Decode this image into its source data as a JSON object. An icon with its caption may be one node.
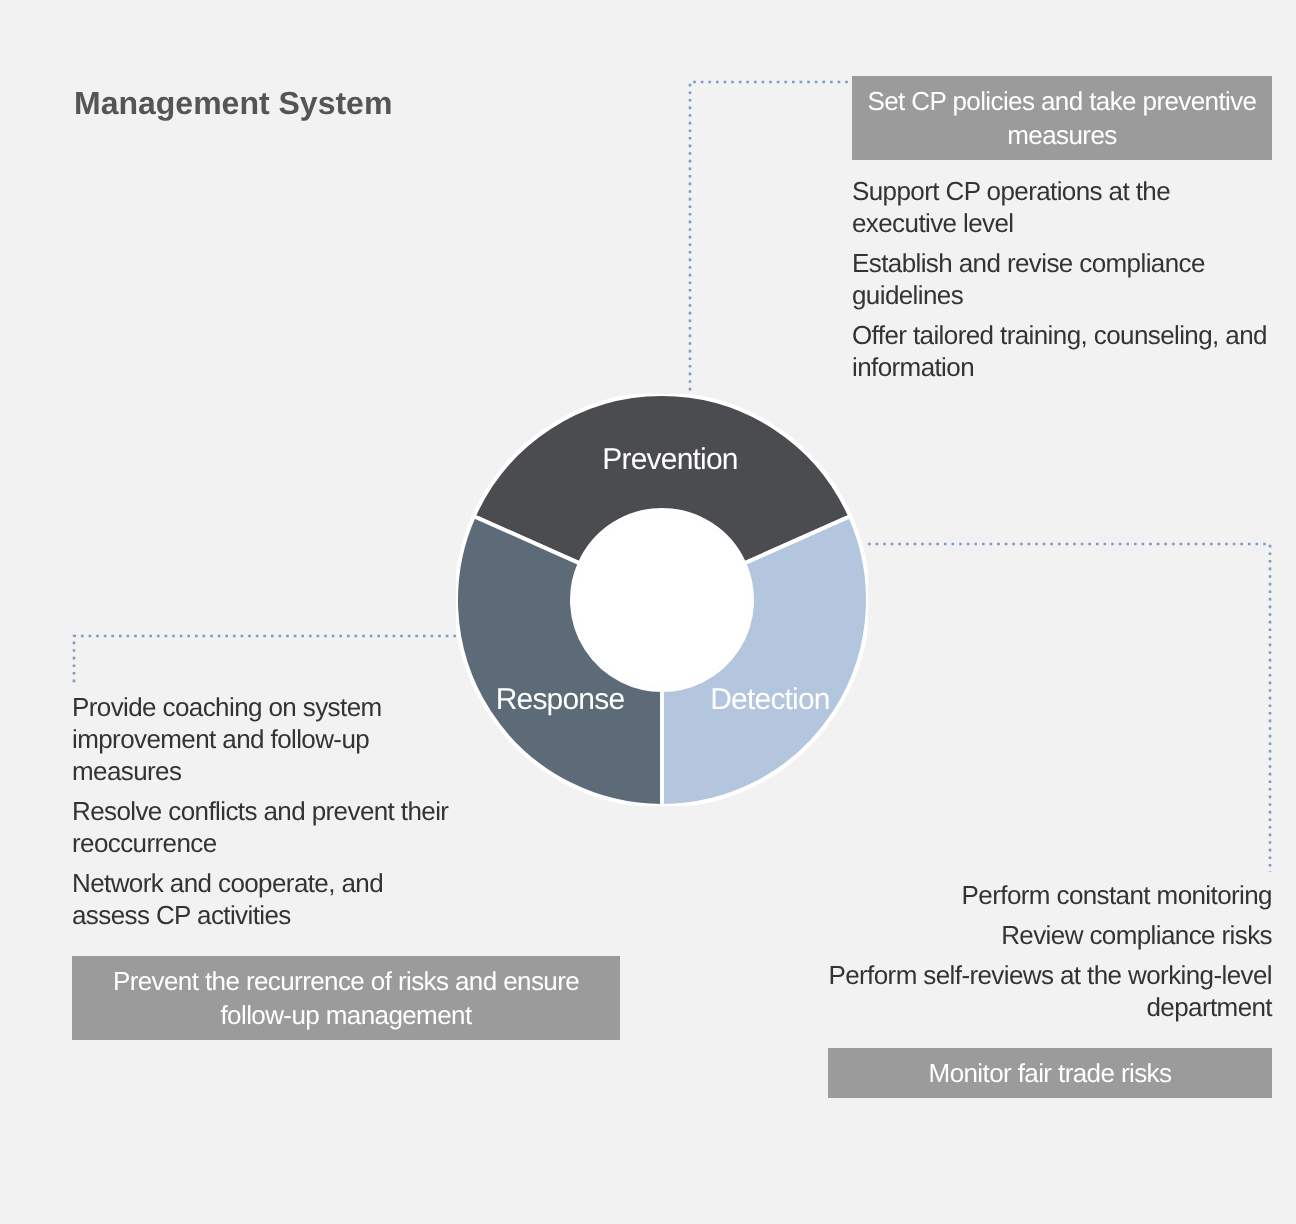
{
  "diagram": {
    "title": "Management System",
    "nodes": [
      {
        "text": [
          "Prevention"
        ]
      },
      {
        "text": [
          "Detection"
        ]
      },
      {
        "text": [
          "Response"
        ]
      },
      {
        "text": [
          "Set CP policies and take preventive measures"
        ],
        "beside": [
          "Support CP operations at the executive level",
          "Establish and revise compliance guidelines",
          "Offer tailored training, counseling, and information"
        ]
      },
      {
        "text": [
          "Monitor fair trade risks"
        ],
        "beside": [
          "Perform constant monitoring",
          "Review compliance risks",
          "Perform self-reviews at the working-level department"
        ]
      },
      {
        "text": [
          "Prevent the recurrence of risks and ensure follow-up management"
        ],
        "beside": [
          "Provide coaching on system improvement and follow-up measures",
          "Resolve conflicts and prevent their reoccurrence",
          "Network and cooperate, and assess CP activities"
        ]
      },
      {
        "text": [],
        "shape": "circle"
      }
    ],
    "edges": [
      {
        "from": 0,
        "to": 3,
        "arrow": "none",
        "style": "dashed"
      },
      {
        "from": 1,
        "to": 4,
        "arrow": "none",
        "style": "dashed"
      },
      {
        "from": 2,
        "to": 5,
        "arrow": "none",
        "style": "dashed"
      }
    ]
  }
}
